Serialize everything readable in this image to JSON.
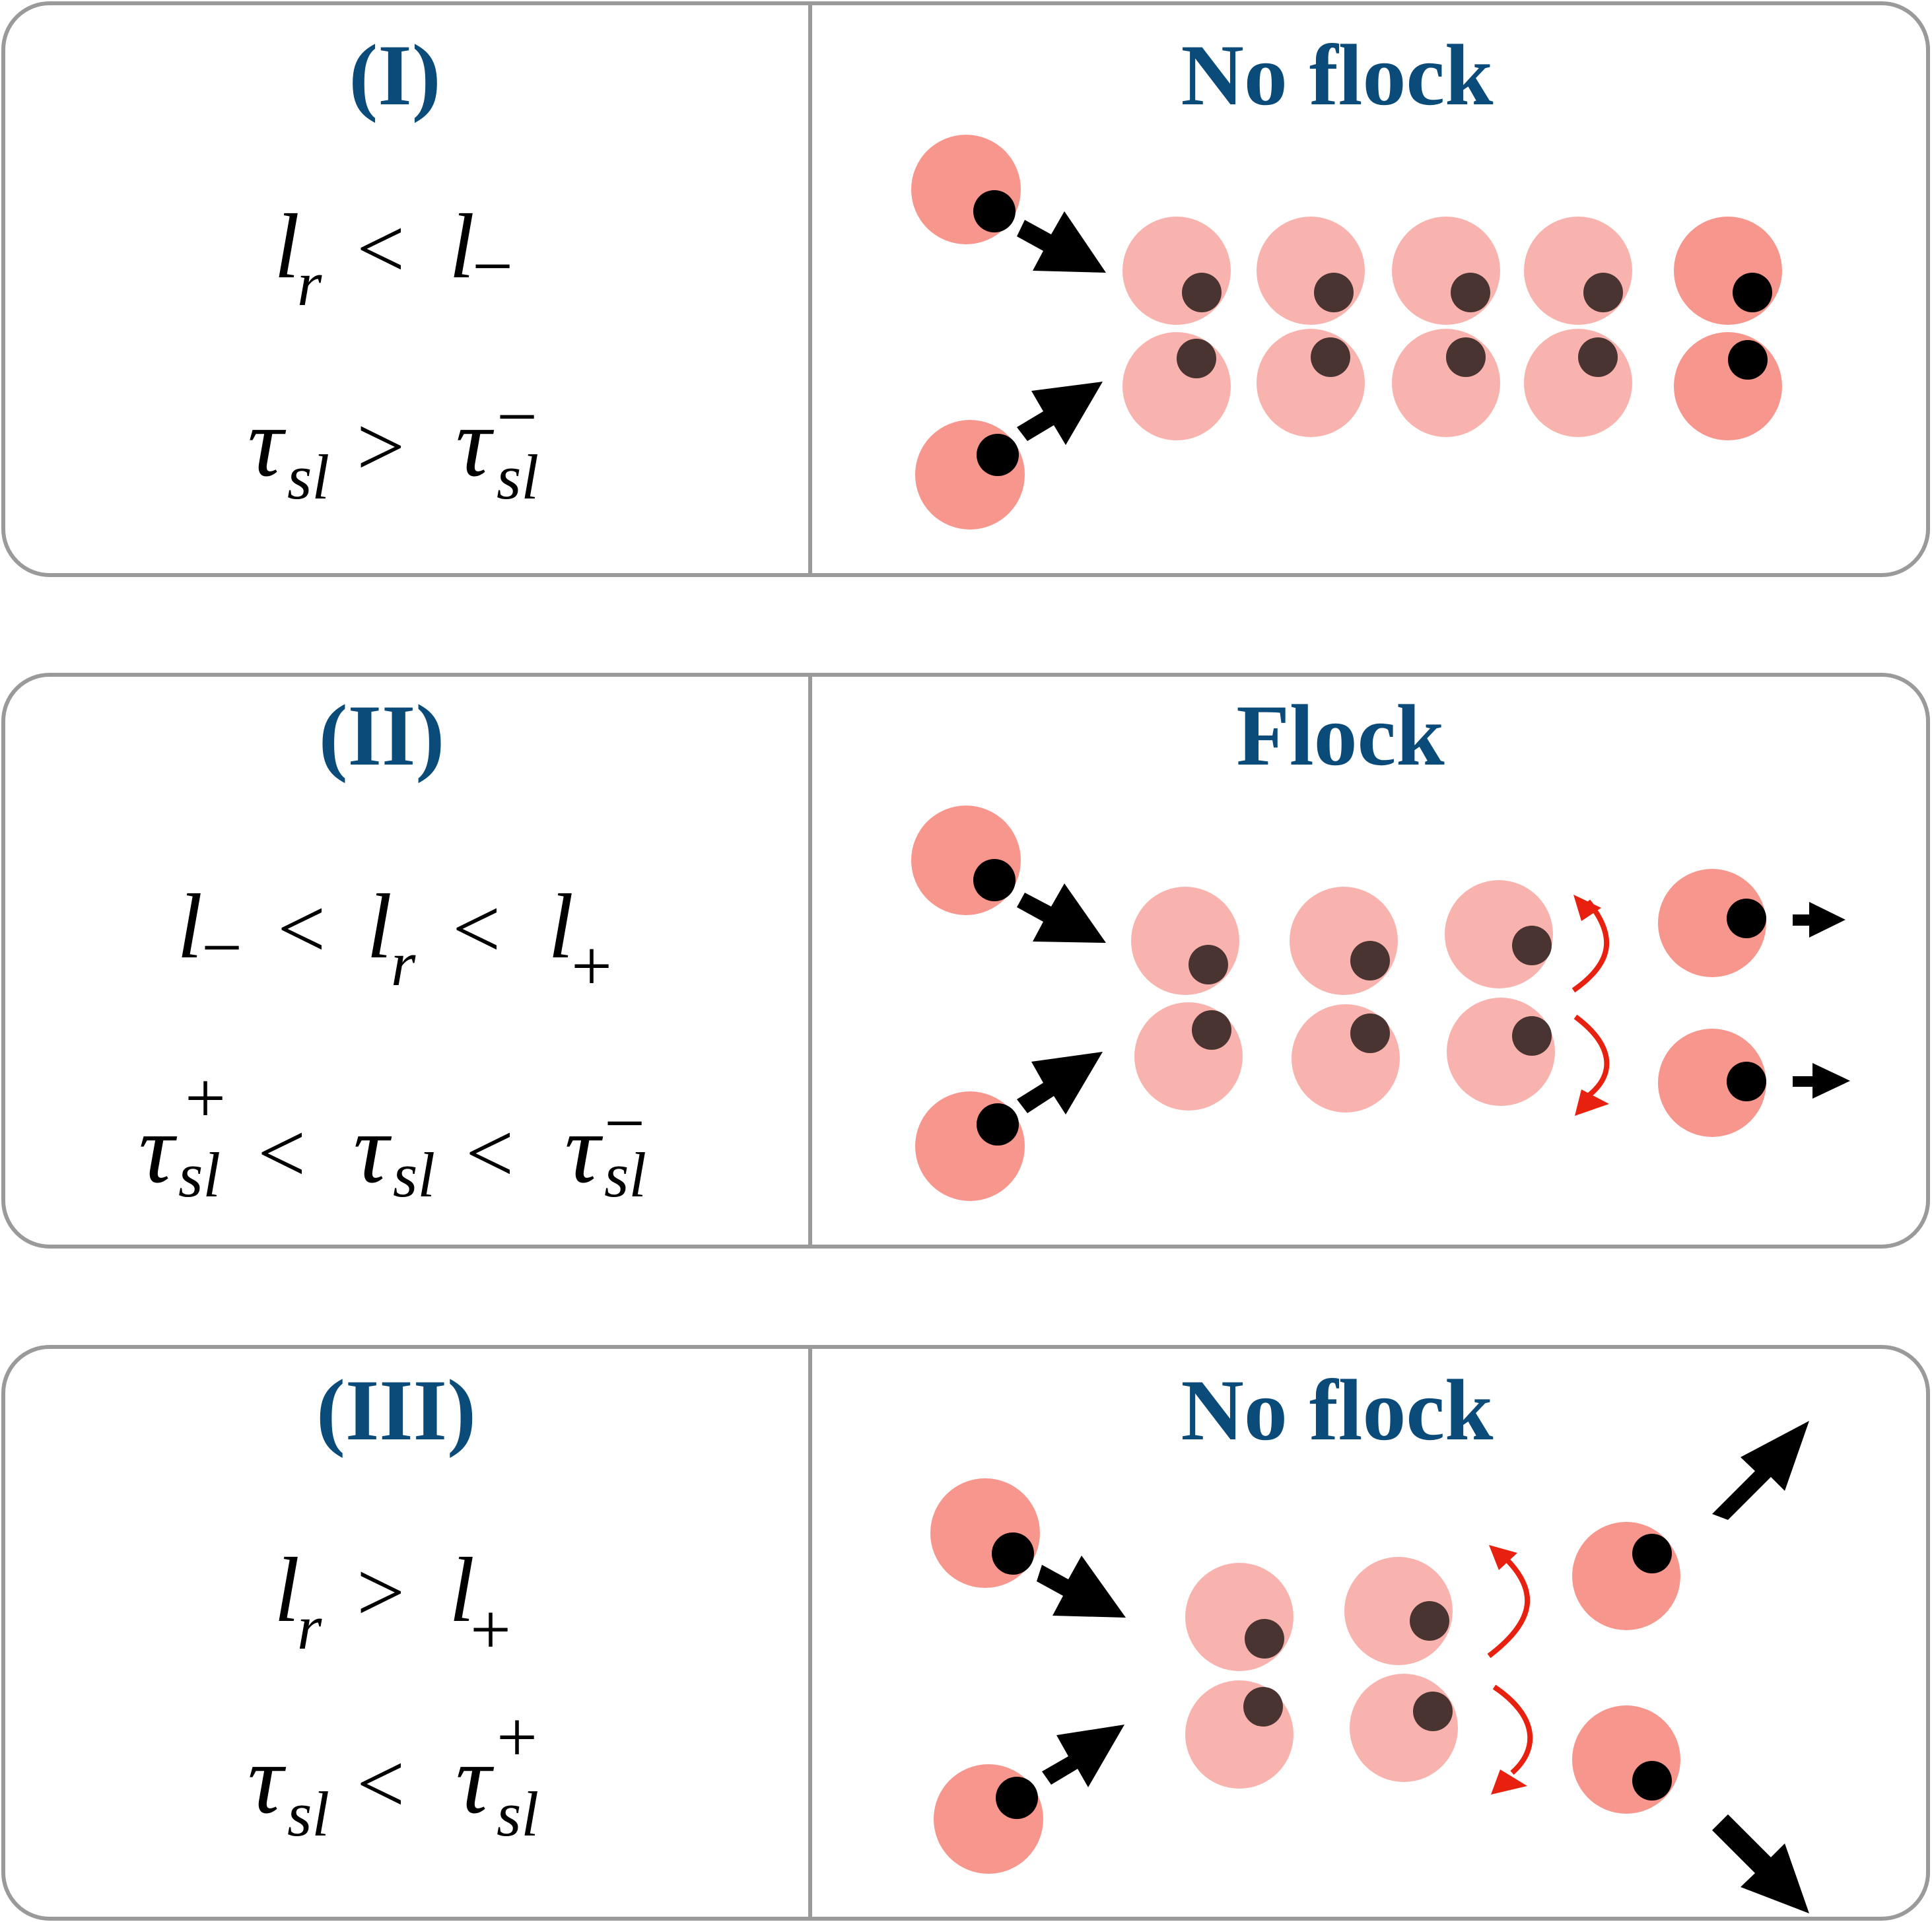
{
  "colors": {
    "frame": "#9a9a9a",
    "title": "#0a4b7a",
    "particle_dark": "#f6968c",
    "particle_light": "#f9b3ae",
    "dot_free": "#000000",
    "dot_cluster": "#4a3431",
    "arrow": "#000000",
    "rotation_arrow": "#e8200f"
  },
  "panels": [
    {
      "label": "(I)",
      "result": "No flock",
      "condition_1": {
        "l": "l",
        "r": "r",
        "op": "<",
        "rhs_sub": "−",
        "text": "l_r < l_−"
      },
      "condition_2": {
        "tau": "τ",
        "sub": "sl",
        "op": ">",
        "rhs_sup": "−",
        "text": "τ_sl > τ_sl^−"
      }
    },
    {
      "label": "(II)",
      "result": "Flock",
      "condition_1": {
        "text": "l_− < l_r < l_+",
        "op": "<",
        "sub_minus": "−",
        "sub_plus": "+"
      },
      "condition_2": {
        "text": "τ_sl^+ < τ_sl < τ_sl^−",
        "op": "<",
        "sup_plus": "+",
        "sup_minus": "−"
      }
    },
    {
      "label": "(III)",
      "result": "No flock",
      "condition_1": {
        "text": "l_r > l_+",
        "op": ">",
        "rhs_sub": "+"
      },
      "condition_2": {
        "text": "τ_sl < τ_sl^+",
        "op": "<",
        "rhs_sup": "+"
      }
    }
  ],
  "symbols": {
    "l": "l",
    "r": "r",
    "tau": "τ",
    "sl": "sl"
  }
}
